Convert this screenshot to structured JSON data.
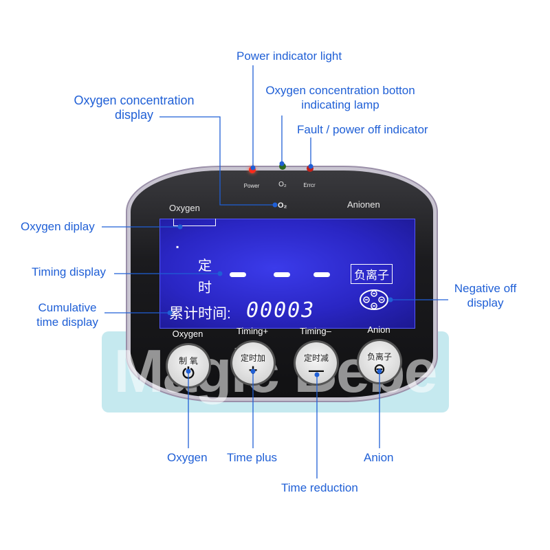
{
  "callouts": {
    "power_indicator": "Power indicator light",
    "o2_lamp_line1": "Oxygen concentration botton",
    "o2_lamp_line2": "indicating lamp",
    "fault_indicator": "Fault / power off indicator",
    "o2_conc_line1": "Oxygen concentration",
    "o2_conc_line2": "display",
    "oxygen_display": "Oxygen diplay",
    "timing_display": "Timing display",
    "cumulative_line1": "Cumulative",
    "cumulative_line2": "time display",
    "negative_line1": "Negative off",
    "negative_line2": "display",
    "oxygen": "Oxygen",
    "time_plus": "Time plus",
    "time_reduction": "Time reduction",
    "anion": "Anion"
  },
  "device": {
    "led_power": "Power",
    "led_o2": "O₂",
    "led_error": "Errcr",
    "o2_label": "O₂",
    "left_label": "Oxygen",
    "right_label": "Anionen",
    "lcd": {
      "dot": "▪",
      "ding": "定",
      "shi": "时",
      "cumulative_label": "累计时间:",
      "cumulative_value": "00003",
      "negative_ion": "负离子"
    },
    "buttons": [
      {
        "head": "Oxygen",
        "zh": "制 氧",
        "symbol": "⏻"
      },
      {
        "head": "Timing+",
        "zh": "定时加",
        "symbol": "+"
      },
      {
        "head": "Timing–",
        "zh": "定时减",
        "symbol": "—"
      },
      {
        "head": "Anion",
        "zh": "负离子",
        "symbol": "⊖"
      }
    ],
    "watermark": "Magic Bebe"
  },
  "colors": {
    "callout": "#1f5fd6",
    "led_red": "#ff2a1a",
    "led_green": "#3a8a2a",
    "lcd_blue": "#2a26c4"
  }
}
